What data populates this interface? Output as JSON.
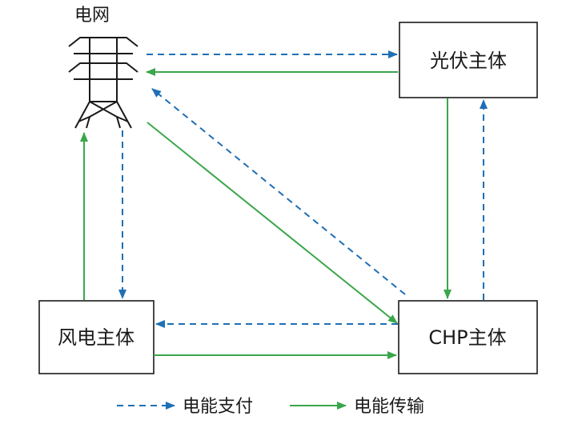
{
  "nodes": {
    "grid": {
      "label": "电网"
    },
    "pv": {
      "label": "光伏主体"
    },
    "wind": {
      "label": "风电主体"
    },
    "chp": {
      "label": "CHP主体"
    }
  },
  "legend": {
    "payment_label": "电能支付",
    "transmission_label": "电能传输"
  },
  "colors": {
    "payment": "#1f6fb5",
    "transmission": "#3aa64a",
    "box_stroke": "#1a1a1a"
  },
  "edges": [
    {
      "from": "grid",
      "to": "pv",
      "type": "payment"
    },
    {
      "from": "pv",
      "to": "grid",
      "type": "transmission"
    },
    {
      "from": "chp",
      "to": "grid",
      "type": "payment"
    },
    {
      "from": "grid",
      "to": "chp",
      "type": "transmission"
    },
    {
      "from": "grid",
      "to": "wind",
      "type": "payment"
    },
    {
      "from": "wind",
      "to": "grid",
      "type": "transmission"
    },
    {
      "from": "pv",
      "to": "chp",
      "type": "transmission"
    },
    {
      "from": "chp",
      "to": "pv",
      "type": "payment"
    },
    {
      "from": "chp",
      "to": "wind",
      "type": "payment"
    },
    {
      "from": "wind",
      "to": "chp",
      "type": "transmission"
    }
  ]
}
